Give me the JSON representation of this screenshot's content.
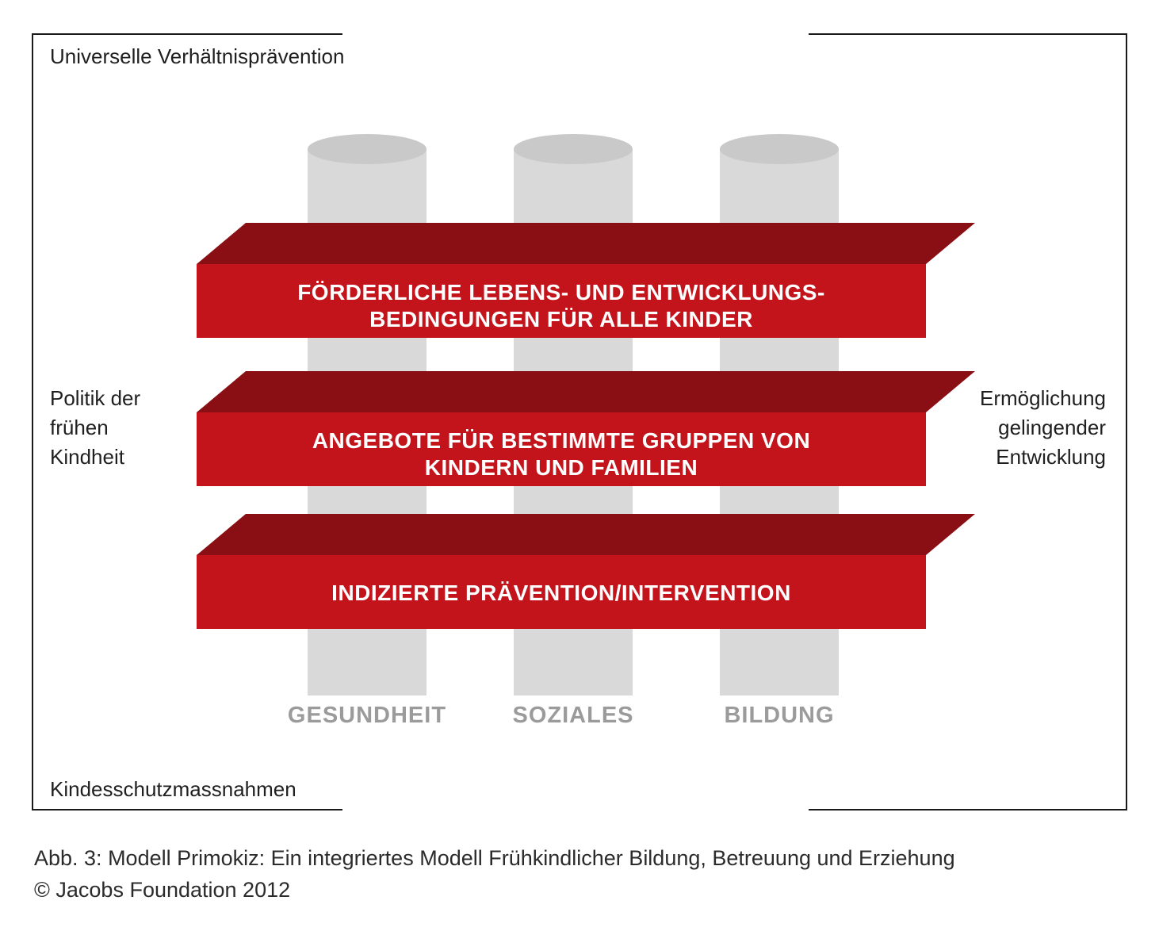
{
  "frame": {
    "top_left_label": "Universelle Verhältnisprävention",
    "bottom_left_label": "Kindesschutzmassnahmen",
    "left_label_lines": [
      "Politik der",
      "frühen",
      "Kindheit"
    ],
    "right_label_lines": [
      "Ermöglichung",
      "gelingender",
      "Entwicklung"
    ]
  },
  "bars": [
    {
      "lines": [
        "FÖRDERLICHE LEBENS- UND ENTWICKLUNGS-",
        "BEDINGUNGEN FÜR ALLE KINDER"
      ]
    },
    {
      "lines": [
        "ANGEBOTE FÜR BESTIMMTE GRUPPEN VON",
        "KINDERN UND FAMILIEN"
      ]
    },
    {
      "lines": [
        "INDIZIERTE PRÄVENTION/INTERVENTION"
      ]
    }
  ],
  "columns": [
    {
      "label": "GESUNDHEIT"
    },
    {
      "label": "SOZIALES"
    },
    {
      "label": "BILDUNG"
    }
  ],
  "caption": {
    "line1": "Abb. 3: Modell Primokiz: Ein integriertes Modell Frühkindlicher Bildung, Betreuung und Erziehung",
    "line2": "© Jacobs Foundation 2012"
  },
  "colors": {
    "bar_front": "#c3141b",
    "bar_top": "#8a0f14",
    "cylinder_body": "#d9d9d9",
    "cylinder_top": "#c9c9c9",
    "column_label": "#9b9b9b",
    "frame_border": "#1a1a1a"
  }
}
